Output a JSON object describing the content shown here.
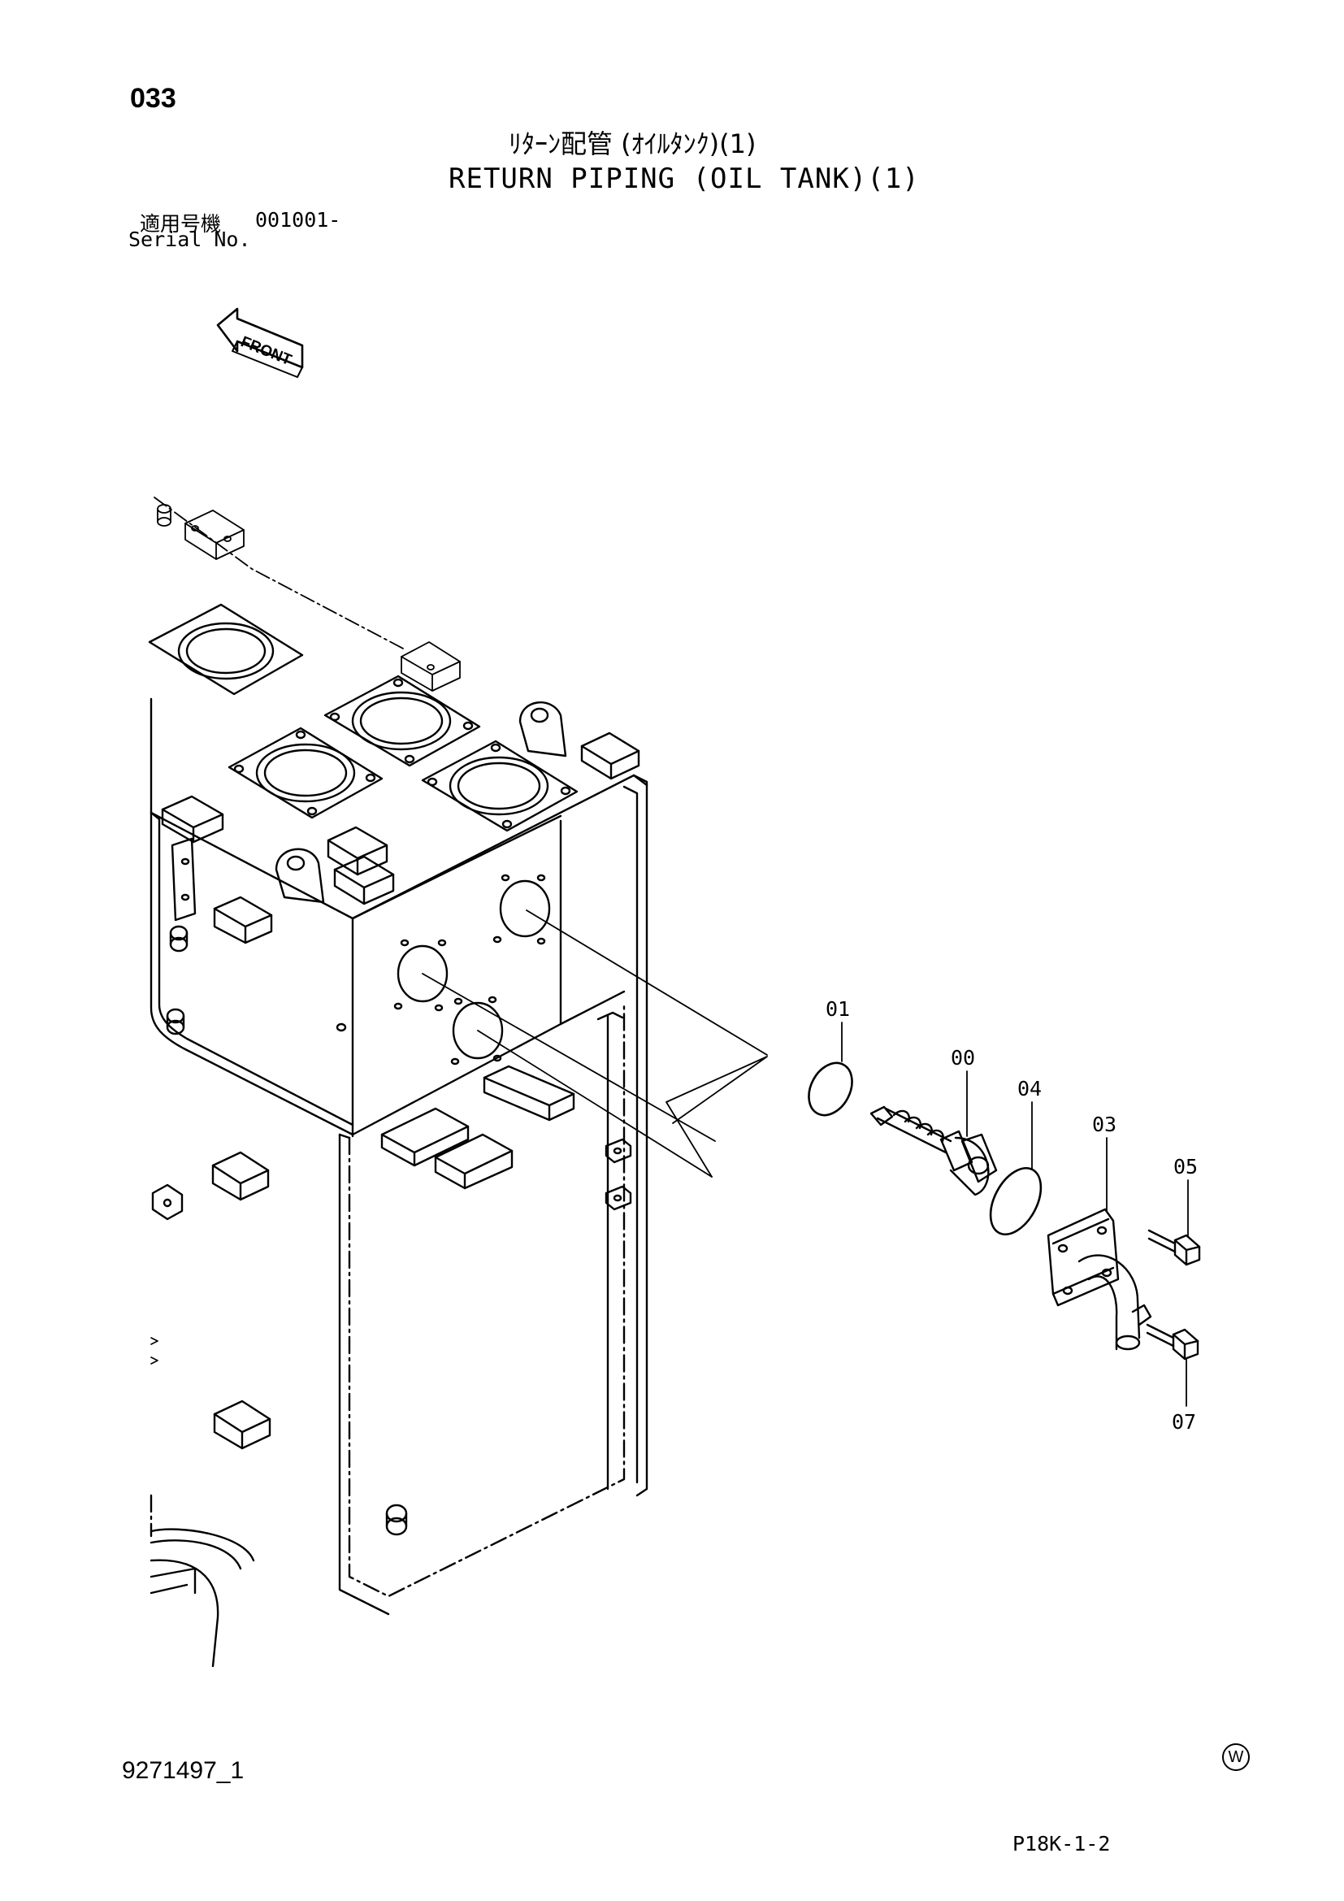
{
  "header": {
    "page_number": "033",
    "title_jp": "ﾘﾀｰﾝ配管 (ｵｲﾙﾀﾝｸ)(1)",
    "title_en": "RETURN PIPING (OIL TANK)(1)",
    "serial_label_jp": "適用号機",
    "serial_value": "001001-",
    "serial_label_en": "Serial No."
  },
  "diagram": {
    "front_label": "FRONT",
    "callouts": [
      "01",
      "00",
      "04",
      "03",
      "05",
      "07"
    ]
  },
  "footer": {
    "doc_id": "9271497_1",
    "sheet_code": "P18K-1-2",
    "mark": "W"
  }
}
